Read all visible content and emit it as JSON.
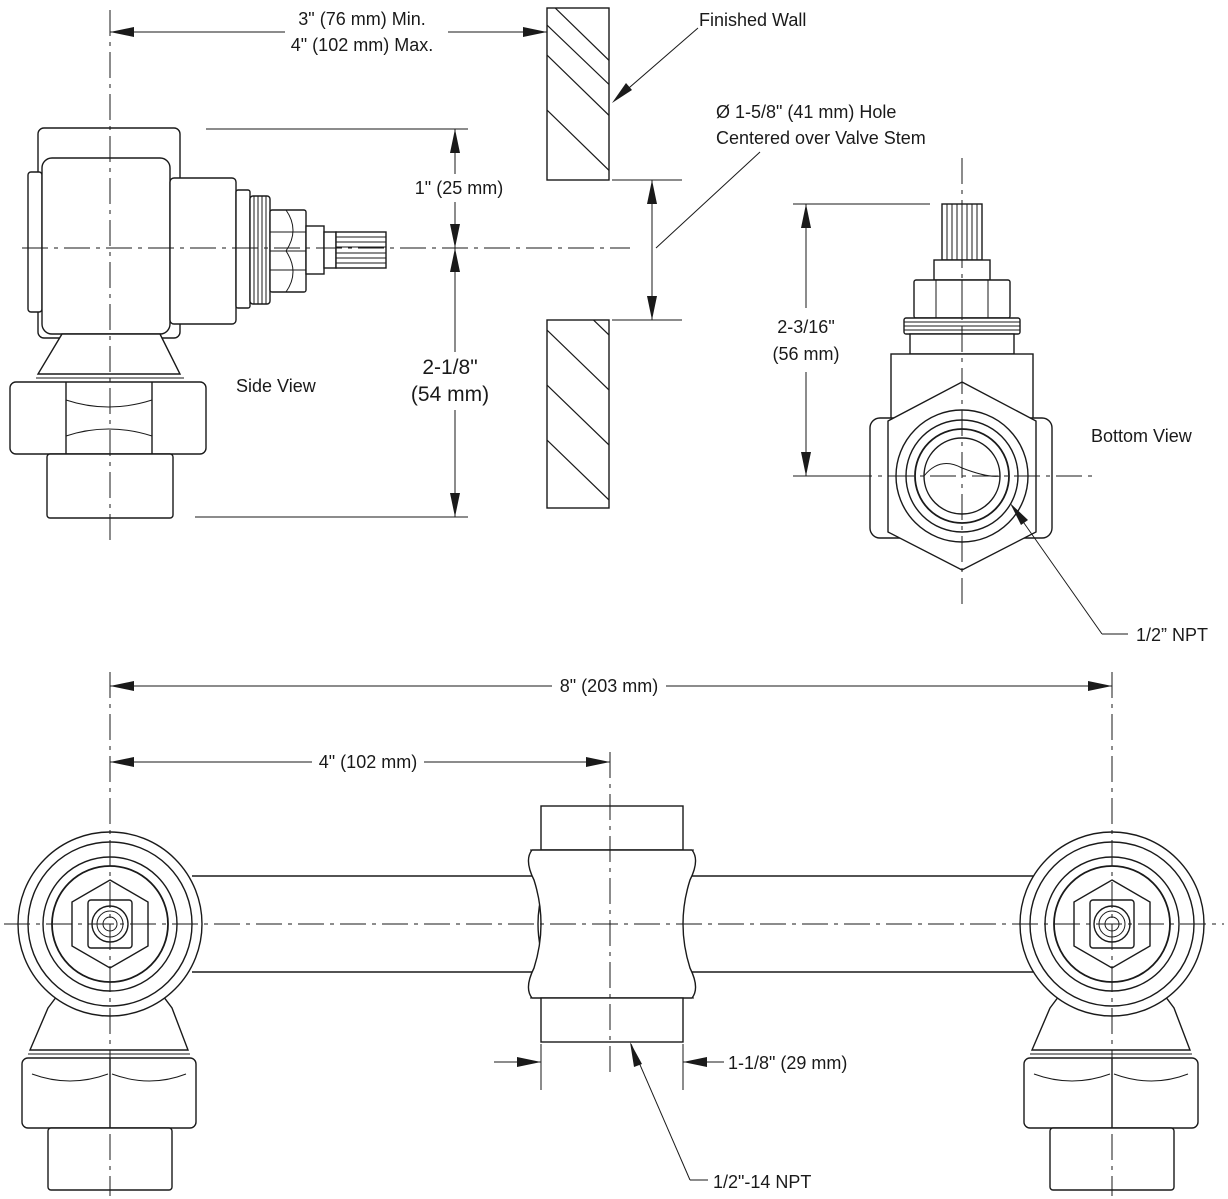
{
  "dimensions": {
    "wall_distance_min": "3\" (76 mm) Min.",
    "wall_distance_max": "4\" (102 mm) Max.",
    "stem_above_center": "1\" (25 mm)",
    "body_below_center_in": "2-1/8\"",
    "body_below_center_mm": "(54 mm)",
    "bottom_view_height_in": "2-3/16\"",
    "bottom_view_height_mm": "(56 mm)",
    "overall_width": "8\" (203 mm)",
    "half_width": "4\" (102 mm)",
    "tee_width": "1-1/8\" (29 mm)"
  },
  "labels": {
    "finished_wall": "Finished Wall",
    "hole_line1": "Ø 1-5/8\" (41 mm) Hole",
    "hole_line2": "Centered over Valve Stem",
    "side_view": "Side View",
    "bottom_view": "Bottom View",
    "npt_half": "1/2” NPT",
    "npt_tee": "1/2\"-14 NPT"
  }
}
